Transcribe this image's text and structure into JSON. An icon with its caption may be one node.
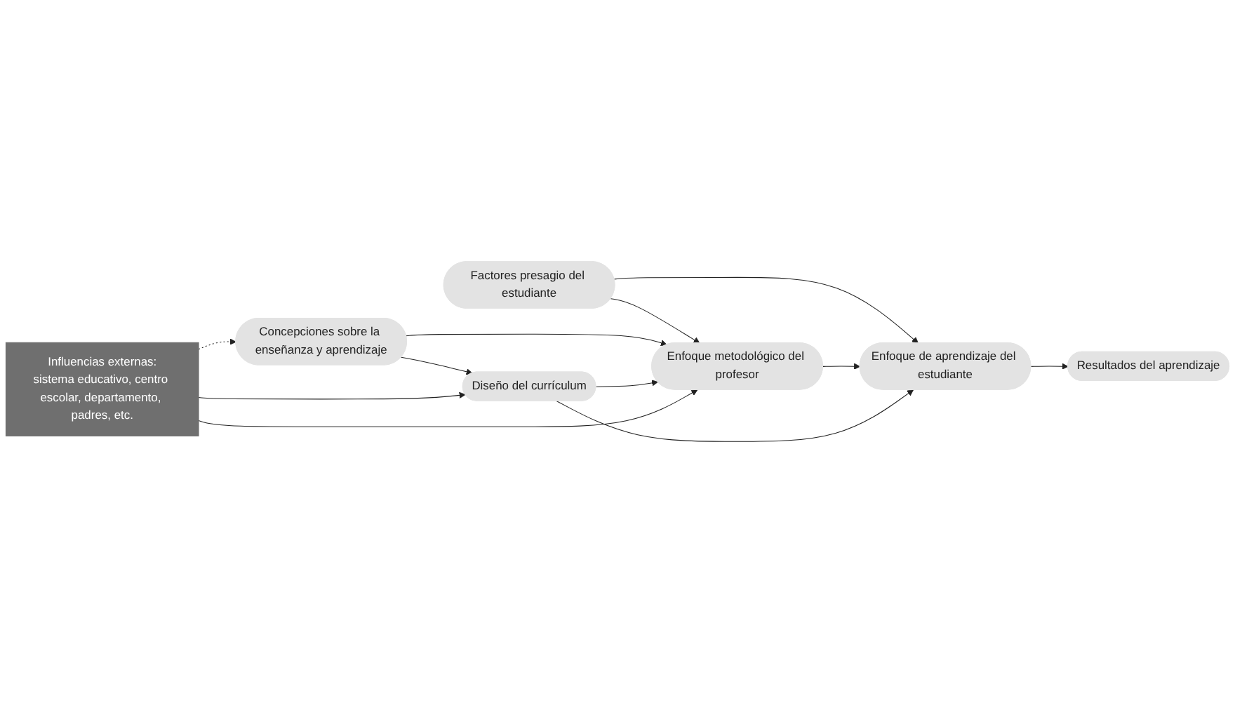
{
  "diagram": {
    "nodes": [
      {
        "text": [
          "Factores presagio del estudiante"
        ]
      },
      {
        "text": [
          "Concepciones sobre la enseñanza y aprendizaje"
        ]
      },
      {
        "text": [
          "Enfoque metodológico del profesor"
        ]
      },
      {
        "text": [
          "Enfoque de aprendizaje del estudiante"
        ]
      },
      {
        "text": [
          "Resultados del aprendizaje"
        ]
      },
      {
        "text": [
          "Diseño del currículum"
        ]
      },
      {
        "text": [
          "Influencias externas:",
          "sistema educativo, centro escolar, departamento, padres, etc."
        ]
      }
    ],
    "edges": [
      {
        "from": 0,
        "to": 2,
        "arrow": "to"
      },
      {
        "from": 0,
        "to": 3,
        "arrow": "to"
      },
      {
        "from": 1,
        "to": 2,
        "arrow": "to"
      },
      {
        "from": 1,
        "to": 5,
        "arrow": "to"
      },
      {
        "from": 2,
        "to": 3,
        "arrow": "to"
      },
      {
        "from": 5,
        "to": 2,
        "arrow": "to"
      },
      {
        "from": 5,
        "to": 3,
        "arrow": "to"
      },
      {
        "from": 3,
        "to": 4,
        "arrow": "to"
      },
      {
        "from": 6,
        "to": 2,
        "arrow": "to"
      },
      {
        "from": 6,
        "to": 5,
        "arrow": "to"
      },
      {
        "from": 6,
        "to": 1,
        "arrow": "to",
        "style": "dashed"
      }
    ]
  }
}
